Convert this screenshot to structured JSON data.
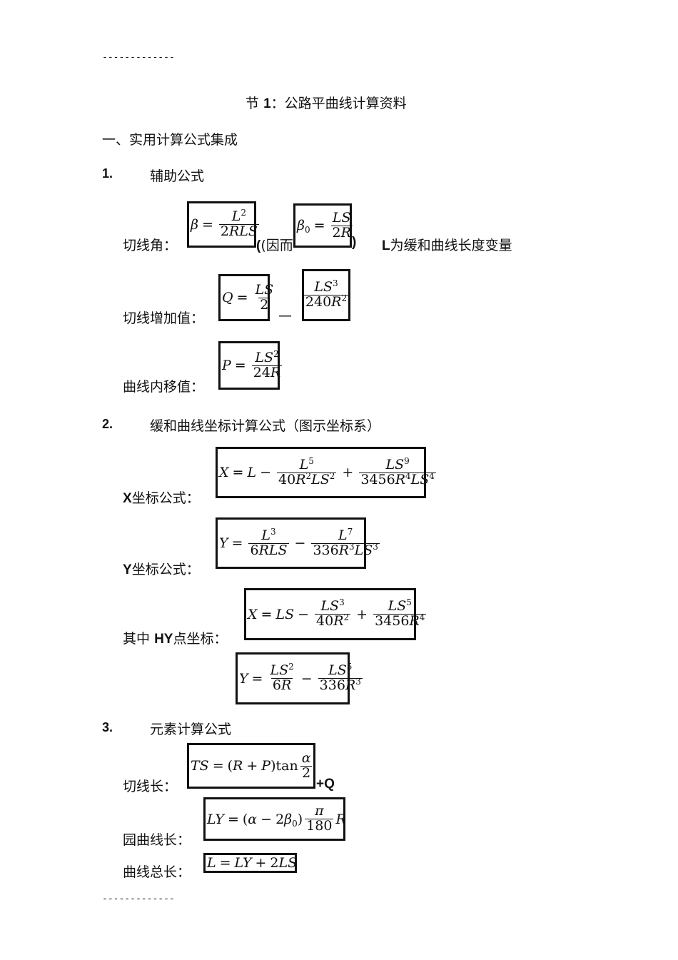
{
  "header_dashes": "-------------",
  "footer_dashes": "-------------",
  "title": {
    "prefix": "节",
    "num": "1",
    "suffix": "：公路平曲线计算资料"
  },
  "part_heading": "一、实用计算公式集成",
  "sections": [
    {
      "num": "1.",
      "title": "辅助公式"
    },
    {
      "num": "2.",
      "title": "缓和曲线坐标计算公式（图示坐标系）"
    },
    {
      "num": "3.",
      "title": "元素计算公式"
    }
  ],
  "labels": {
    "tangent_angle": "切线角：",
    "because_open": "(因而",
    "because_close": ")",
    "l_bold": "L",
    "l_desc": "为缓和曲线长度变量",
    "tangent_increase": "切线增加值：",
    "minus": "—",
    "shift": "曲线内移值：",
    "x_bold": "X",
    "x_desc": "坐标公式：",
    "y_bold": "Y",
    "y_desc": "坐标公式：",
    "hy_pre": "其中",
    "hy_bold": "HY",
    "hy_post": "点坐标：",
    "ts_len": "切线长：",
    "plus_q": "+Q",
    "circle_len": "园曲线长：",
    "total_len": "曲线总长："
  }
}
